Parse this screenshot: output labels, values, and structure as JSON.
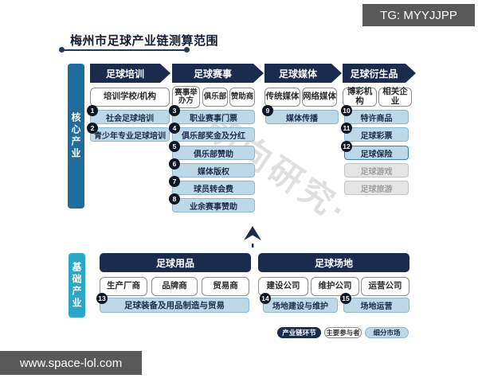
{
  "page": {
    "title": "梅州市足球产业链测算范围",
    "tg_watermark": "TG: MYYJJPP",
    "url_watermark": "www.space-lol.com",
    "diagonal_watermark": "朝向研究·"
  },
  "colors": {
    "navy": "#1b2b4e",
    "core_bar": "#1e6d9c",
    "base_bar": "#2aa6c9",
    "segment_fill": "#bdd9e8",
    "segment_border": "#8fb6cd",
    "highlight_border": "#3c7fb1",
    "disabled_fill": "#e4e4e4",
    "watermark_bg": "#595959"
  },
  "core": {
    "side_label": "核心产业",
    "chains": [
      {
        "header": "足球培训",
        "participants": [
          "培训学校/机构"
        ],
        "segments": [
          {
            "num": "1",
            "label": "社会足球培训"
          },
          {
            "num": "2",
            "label": "青少年专业足球培训"
          }
        ]
      },
      {
        "header": "足球赛事",
        "participants": [
          "赛事举办方",
          "俱乐部",
          "赞助商"
        ],
        "segments": [
          {
            "num": "3",
            "label": "职业赛事门票"
          },
          {
            "num": "4",
            "label": "俱乐部奖金及分红"
          },
          {
            "num": "5",
            "label": "俱乐部赞助"
          },
          {
            "num": "6",
            "label": "媒体版权"
          },
          {
            "num": "7",
            "label": "球员转会费"
          },
          {
            "num": "8",
            "label": "业余赛事赞助"
          }
        ]
      },
      {
        "header": "足球媒体",
        "participants": [
          "传统媒体",
          "网络媒体"
        ],
        "segments": [
          {
            "num": "9",
            "label": "媒体传播"
          }
        ]
      },
      {
        "header": "足球衍生品",
        "participants": [
          "博彩机构",
          "相关企业"
        ],
        "segments": [
          {
            "num": "10",
            "label": "特许商品"
          },
          {
            "num": "11",
            "label": "足球彩票"
          },
          {
            "num": "12",
            "label": "足球保险",
            "highlight": true
          },
          {
            "label": "足球游戏",
            "disabled": true
          },
          {
            "label": "足球旅游",
            "disabled": true
          }
        ]
      }
    ]
  },
  "base": {
    "side_label": "基础产业",
    "groups": [
      {
        "header": "足球用品",
        "participants": [
          "生产厂商",
          "品牌商",
          "贸易商"
        ],
        "segments": [
          {
            "num": "13",
            "label": "足球装备及用品制造与贸易"
          }
        ]
      },
      {
        "header": "足球场地",
        "participants": [
          "建设公司",
          "维护公司",
          "运营公司"
        ],
        "segments": [
          {
            "num": "14",
            "label": "场地建设与维护"
          },
          {
            "num": "15",
            "label": "场地运营"
          }
        ]
      }
    ]
  },
  "legend": [
    {
      "label": "产业链环节",
      "type": "chain"
    },
    {
      "label": "主要参与者",
      "type": "participant"
    },
    {
      "label": "细分市场",
      "type": "segment"
    }
  ]
}
